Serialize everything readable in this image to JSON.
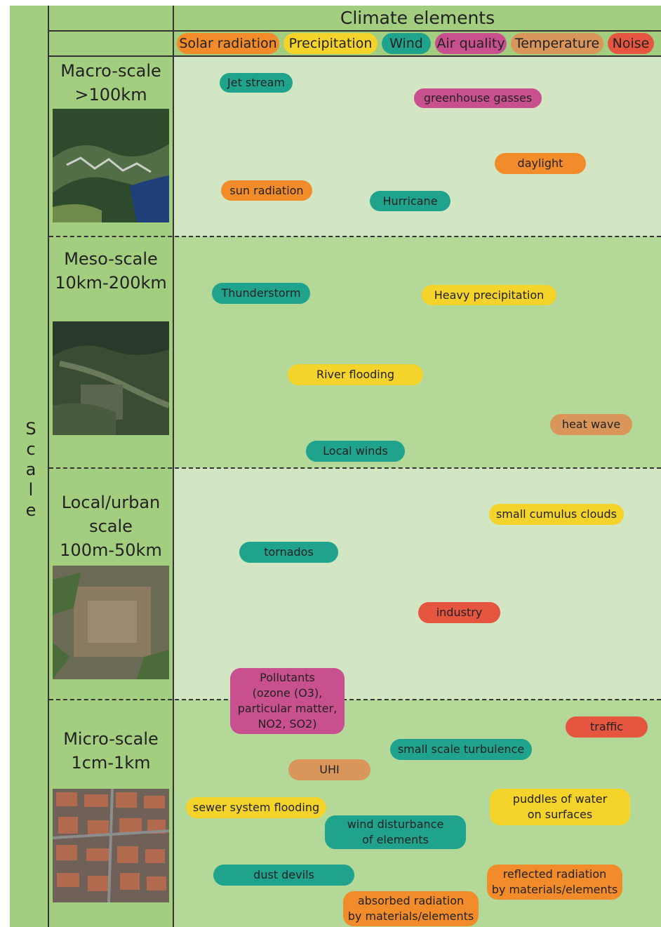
{
  "header": {
    "title": "Climate elements",
    "axis_label_letters": [
      "S",
      "c",
      "a",
      "l",
      "e"
    ]
  },
  "legend": [
    {
      "label": "Solar radiation",
      "color": "#f28c2b"
    },
    {
      "label": "Precipitation",
      "color": "#f4d32a"
    },
    {
      "label": "Wind",
      "color": "#1fa38d"
    },
    {
      "label": "Air quality",
      "color": "#c9508f"
    },
    {
      "label": "Temperature",
      "color": "#d9955a"
    },
    {
      "label": "Noise",
      "color": "#e5553f"
    }
  ],
  "rows": [
    {
      "name": "Macro-scale",
      "range": ">100km"
    },
    {
      "name": "Meso-scale",
      "range": "10km-200km"
    },
    {
      "name": "Local/urban",
      "name2": "scale",
      "range": "100m-50km"
    },
    {
      "name": "Micro-scale",
      "range": "1cm-1km"
    }
  ],
  "items": {
    "jet_stream": "Jet stream",
    "greenhouse_gasses": "greenhouse gasses",
    "daylight": "daylight",
    "sun_radiation": "sun radiation",
    "hurricane": "Hurricane",
    "thunderstorm": "Thunderstorm",
    "heavy_precipitation": "Heavy precipitation",
    "river_flooding": "River flooding",
    "heat_wave": "heat wave",
    "local_winds": "Local winds",
    "small_cumulus_clouds": "small cumulus clouds",
    "tornados": "tornados",
    "industry": "industry",
    "pollutants_1": "Pollutants",
    "pollutants_2": "(ozone (O3),",
    "pollutants_3": "particular matter,",
    "pollutants_4": "NO2, SO2)",
    "traffic": "traffic",
    "small_scale_turbulence": "small scale turbulence",
    "uhi": "UHI",
    "sewer_system_flooding": "sewer system flooding",
    "puddles_1": "puddles of water",
    "puddles_2": "on surfaces",
    "wind_disturbance_1": "wind disturbance",
    "wind_disturbance_2": "of elements",
    "dust_devils": "dust devils",
    "reflected_1": "reflected radiation",
    "reflected_2": "by materials/elements",
    "absorbed_1": "absorbed radiation",
    "absorbed_2": "by materials/elements"
  }
}
